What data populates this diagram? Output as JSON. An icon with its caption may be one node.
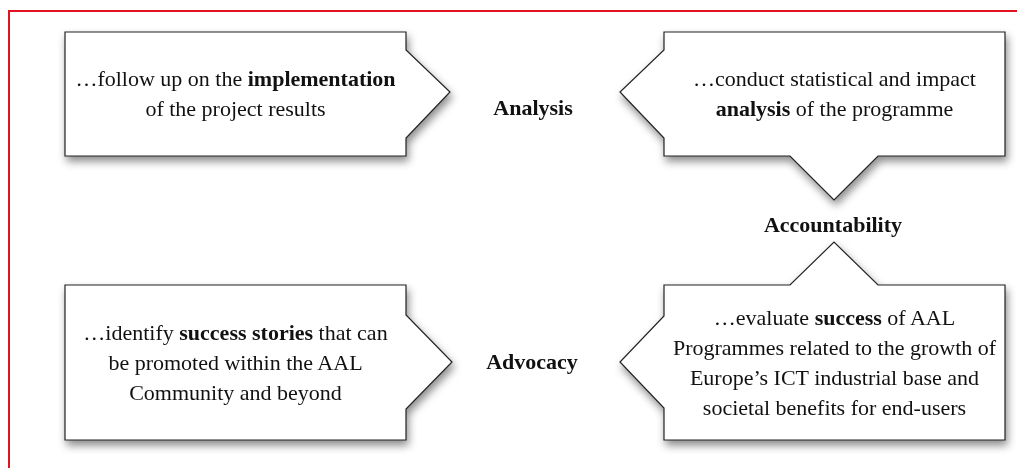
{
  "diagram": {
    "nodes": [
      {
        "text": [
          "…follow up on the **implementation** of the project results"
        ]
      },
      {
        "text": [
          "…conduct statistical and impact **analysis** of the programme"
        ]
      },
      {
        "text": [
          "…identify **success stories** that can be promoted within the AAL Community and beyond"
        ]
      },
      {
        "text": [
          "…evaluate **success** of AAL Programmes related to the growth of Europe’s ICT industrial base and societal benefits for end-users"
        ]
      }
    ],
    "labels": [
      "Analysis",
      "Accountability",
      "Advocacy"
    ]
  }
}
